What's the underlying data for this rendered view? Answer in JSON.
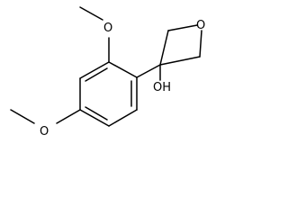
{
  "molecule": {
    "atoms": {
      "ring_oxygen": "O",
      "hydroxyl": "OH",
      "methoxy_top_oxygen": "O",
      "methoxy_bottom_oxygen": "O"
    }
  }
}
